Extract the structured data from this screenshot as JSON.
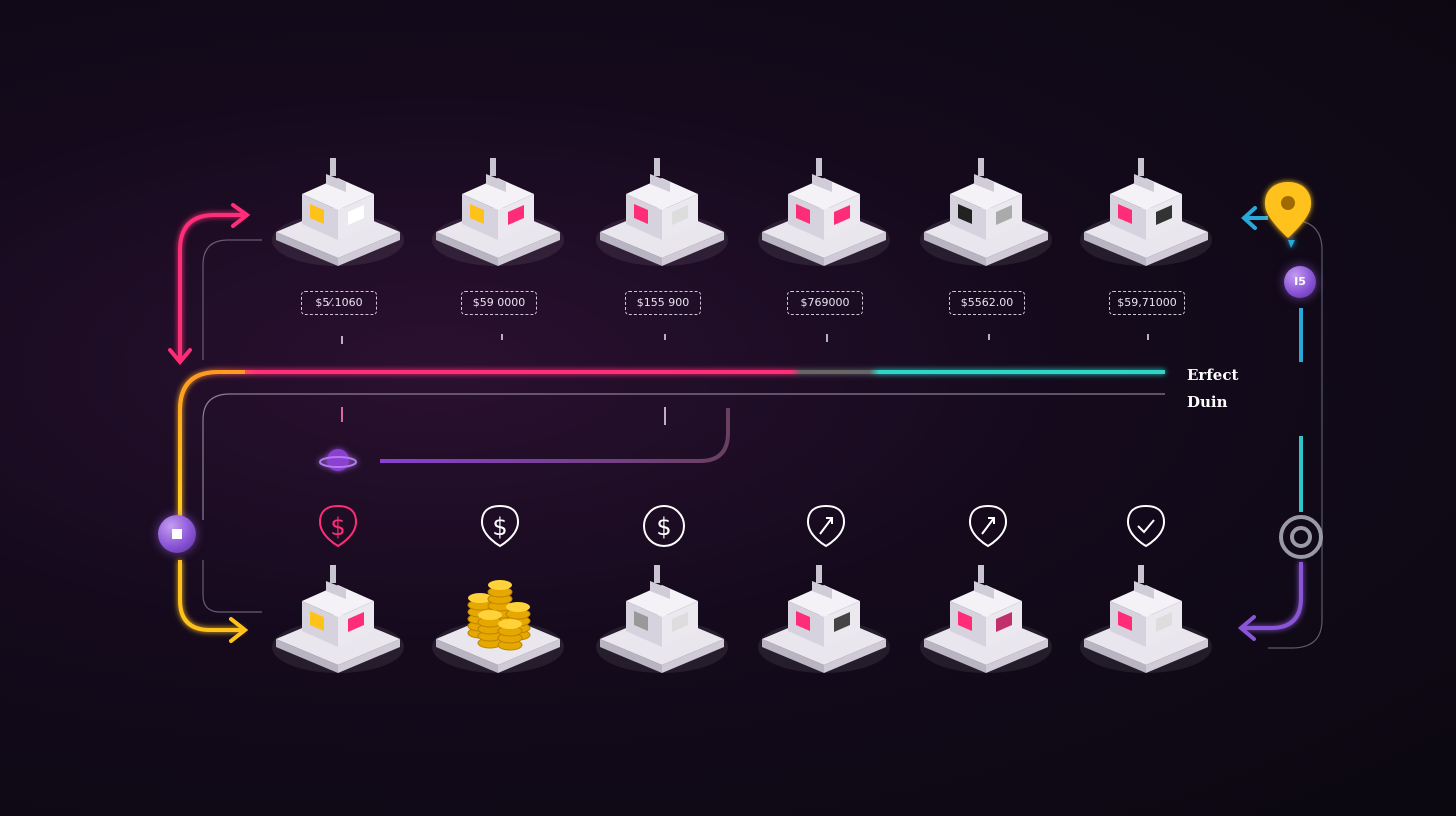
{
  "price_tags": [
    "$5⁄.1060",
    "$59 0000",
    "$155 900",
    "$769000",
    "$5562.00",
    "$59,71000"
  ],
  "legend": {
    "line1": "Erfect",
    "line2": "Duin"
  },
  "badges": {
    "top_right": "I5"
  },
  "colors": {
    "pink": "#ff2d78",
    "yellow": "#ffc21a",
    "teal": "#2fd6c8",
    "purple": "#8a55d6",
    "blue": "#2aa8d8"
  },
  "top_row_icons": [
    "warehouse-icon",
    "car-billboard-icon",
    "factory-icon",
    "workshop-icon",
    "office-building-icon",
    "tower-icon"
  ],
  "bottom_row_icons": [
    "machinery-icon",
    "coin-stacks-icon",
    "lab-icon",
    "shop-icon",
    "clothing-store-icon",
    "boutique-icon"
  ],
  "symbol_icons": [
    "dollar-pink-icon",
    "dollar-shield-icon",
    "dollar-circle-icon",
    "shield-arrow-icon",
    "shield-check-icon",
    "heart-check-icon"
  ]
}
